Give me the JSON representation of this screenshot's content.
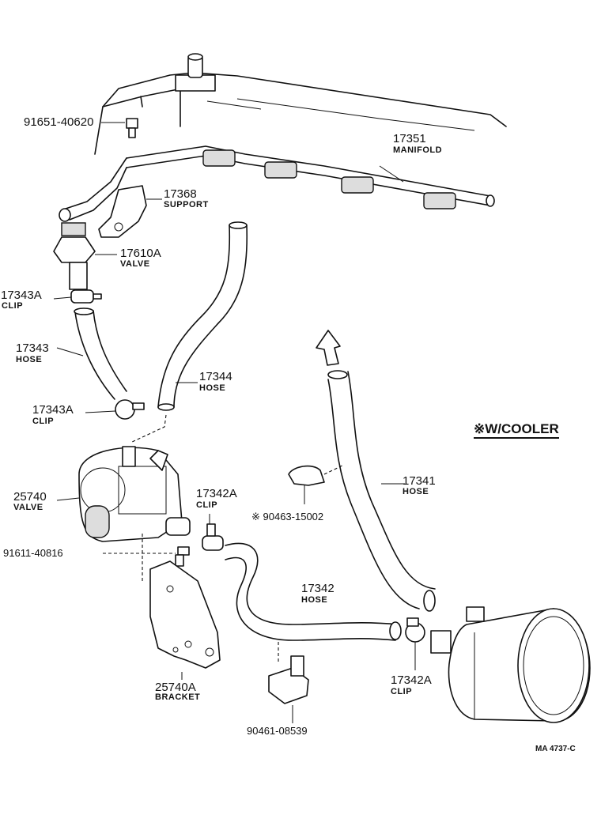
{
  "parts": {
    "bolt_91651": {
      "number": "91651-40620"
    },
    "manifold": {
      "number": "17351",
      "name": "MANIFOLD"
    },
    "support": {
      "number": "17368",
      "name": "SUPPORT"
    },
    "valve_17610a": {
      "number": "17610A",
      "name": "VALVE"
    },
    "clip_17343a_top": {
      "number": "17343A",
      "name": "CLIP"
    },
    "hose_17343": {
      "number": "17343",
      "name": "HOSE"
    },
    "clip_17343a_bottom": {
      "number": "17343A",
      "name": "CLIP"
    },
    "hose_17344": {
      "number": "17344",
      "name": "HOSE"
    },
    "valve_25740": {
      "number": "25740",
      "name": "VALVE"
    },
    "bolt_91611": {
      "number": "91611-40816"
    },
    "bracket_25740a": {
      "number": "25740A",
      "name": "BRACKET"
    },
    "clip_17342a_left": {
      "number": "17342A",
      "name": "CLIP"
    },
    "hose_17342": {
      "number": "17342",
      "name": "HOSE"
    },
    "clip_90463": {
      "number": "※ 90463-15002"
    },
    "hose_17341": {
      "number": "17341",
      "name": "HOSE"
    },
    "clip_17342a_right": {
      "number": "17342A",
      "name": "CLIP"
    },
    "clamp_90461": {
      "number": "90461-08539"
    }
  },
  "note": "※W/COOLER",
  "ref_code": "MA 4737-C"
}
